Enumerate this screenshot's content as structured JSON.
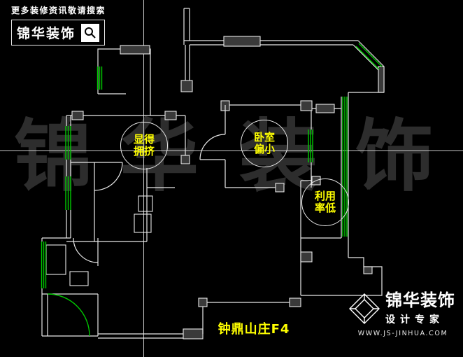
{
  "colors": {
    "background": "#000000",
    "wall": "#e8e8e8",
    "window": "#00c800",
    "highlight": "#ffff00",
    "watermark": "#2d2d2d",
    "cross": "#c8c8c8",
    "block": "#3a3a3a"
  },
  "header": {
    "tagline": "更多装修资讯敬请搜索",
    "logo_text": "锦华装饰"
  },
  "watermark": {
    "chars": [
      "锦",
      "华",
      "装",
      "饰"
    ]
  },
  "annotations": [
    {
      "line1": "显得",
      "line2": "拥挤"
    },
    {
      "line1": "卧室",
      "line2": "偏小"
    },
    {
      "line1": "利用",
      "line2": "率低"
    }
  ],
  "caption": "钟鼎山庄F4",
  "footer": {
    "brand": "锦华装饰",
    "subtitle": "设计专家",
    "url": "WWW.JS-JINHUA.COM"
  },
  "icons": {
    "search": "magnifier",
    "brand_mark": "diamond-gem"
  }
}
